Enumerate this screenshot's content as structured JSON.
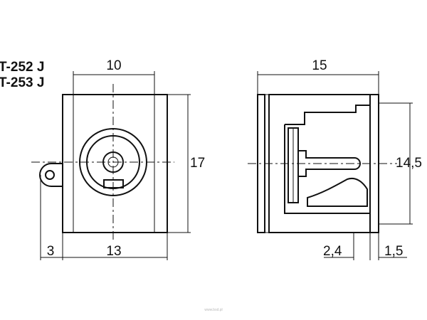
{
  "models": [
    "T-252 J",
    "T-253 J"
  ],
  "front_view": {
    "width_top": "10",
    "height_right": "17",
    "width_bottom": "13",
    "lug_width": "3"
  },
  "side_view": {
    "depth_top": "15",
    "height_right": "14,5",
    "bottom_left": "2,4",
    "bottom_right": "1,5"
  },
  "watermark": "www.bsd.pl"
}
